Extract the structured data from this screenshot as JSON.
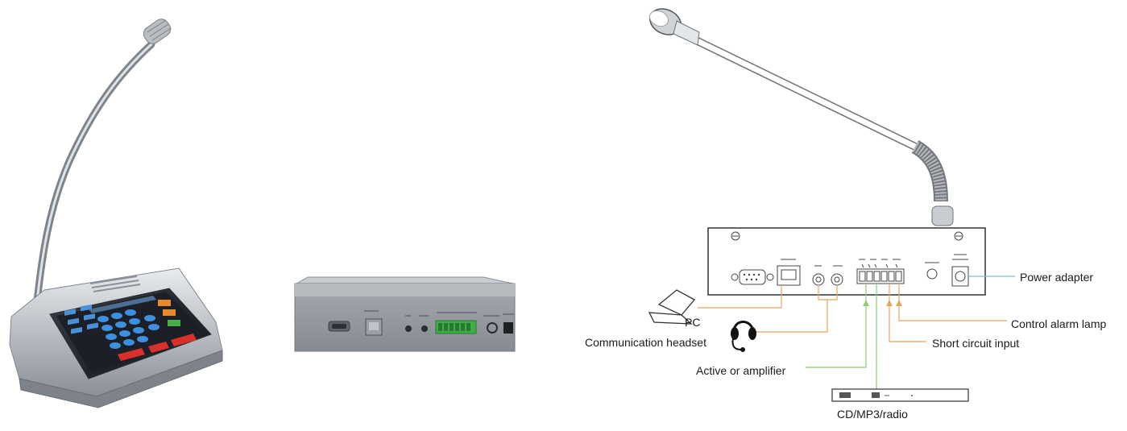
{
  "labels": {
    "pc": "PC",
    "headset": "Communication  headset",
    "power": "Power adapter",
    "alarm": "Control alarm lamp",
    "short": "Short circuit input",
    "amplifier": "Active or amplifier",
    "media": "CD/MP3/radio"
  },
  "colors": {
    "orange": "#e8a35c",
    "green": "#8bcf70",
    "blue": "#7fb7d6",
    "panel": "#8e9399",
    "screen": "#2b6fb8"
  }
}
